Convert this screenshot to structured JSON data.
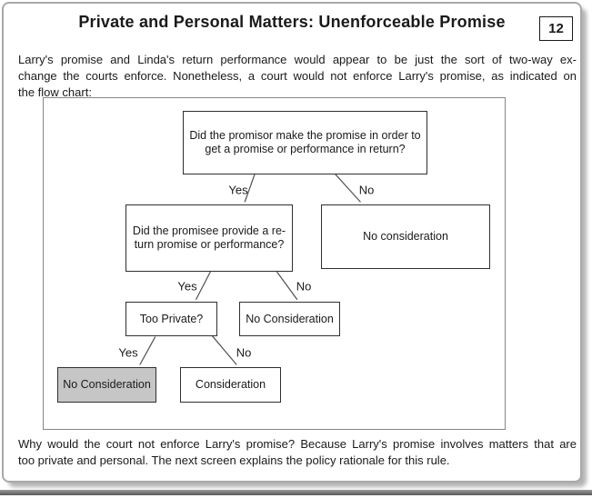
{
  "page": {
    "title": "Private and Personal Matters: Unenforceable Promise",
    "page_number": "12"
  },
  "intro": {
    "lines": [
      "Larry's promise and Linda's return performance would appear to be just the sort of two-way ex-",
      "change the courts enforce. Nonetheless, a court would not enforce Larry's promise, as indicated on",
      "the flow chart:"
    ]
  },
  "flowchart": {
    "nodes": {
      "q1": {
        "line1": "Did the promisor make the promise in order to",
        "line2": "get a promise or performance in return?"
      },
      "q2": {
        "line1": "Did the promisee provide a re-",
        "line2": "turn promise or performance?"
      },
      "no_consideration_top": {
        "label": "No consideration"
      },
      "q3": {
        "label": "Too Private?"
      },
      "no_consideration_mid": {
        "label": "No Consideration"
      },
      "no_consideration_final": {
        "label": "No Consideration",
        "highlighted": true
      },
      "consideration": {
        "label": "Consideration"
      }
    },
    "edge_labels": {
      "l1_yes": "Yes",
      "l1_no": "No",
      "l2_yes": "Yes",
      "l2_no": "No",
      "l3_yes": "Yes",
      "l3_no": "No"
    },
    "colors": {
      "highlight_fill": "#c6c6c6",
      "box_border": "#2f2f2f"
    }
  },
  "outro": {
    "lines": [
      "Why would the court not enforce Larry's promise? Because Larry's promise involves matters that are",
      "too private and personal. The next screen explains the policy rationale for this rule."
    ]
  }
}
